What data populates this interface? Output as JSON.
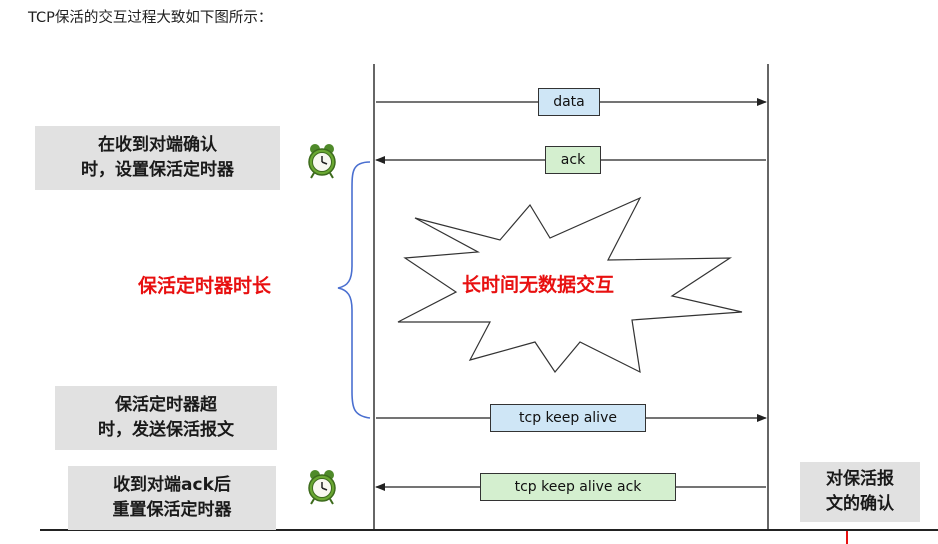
{
  "intro_text": "TCP保活的交互过程大致如下图所示：",
  "left_notes": {
    "ack_received": "在收到对端确认\n时，设置保活定时器",
    "timer_expired": "保活定时器超\n时，发送保活报文",
    "ack_reset": "收到对端ack后\n重置保活定时器"
  },
  "right_note": "对保活报\n文的确认",
  "timer_duration_label": "保活定时器时长",
  "idle_label": "长时间无数据交互",
  "messages": {
    "data": "data",
    "ack": "ack",
    "keepalive": "tcp keep alive",
    "keepalive_ack": "tcp keep alive ack"
  },
  "colors": {
    "blue_box": "#cfe6f6",
    "green_box": "#d4efcf",
    "gray_note": "#e1e1e1",
    "highlight_red": "#e81010",
    "brace_blue": "#4a6fd0"
  },
  "icons": [
    "alarm-clock-icon",
    "alarm-clock-icon"
  ]
}
